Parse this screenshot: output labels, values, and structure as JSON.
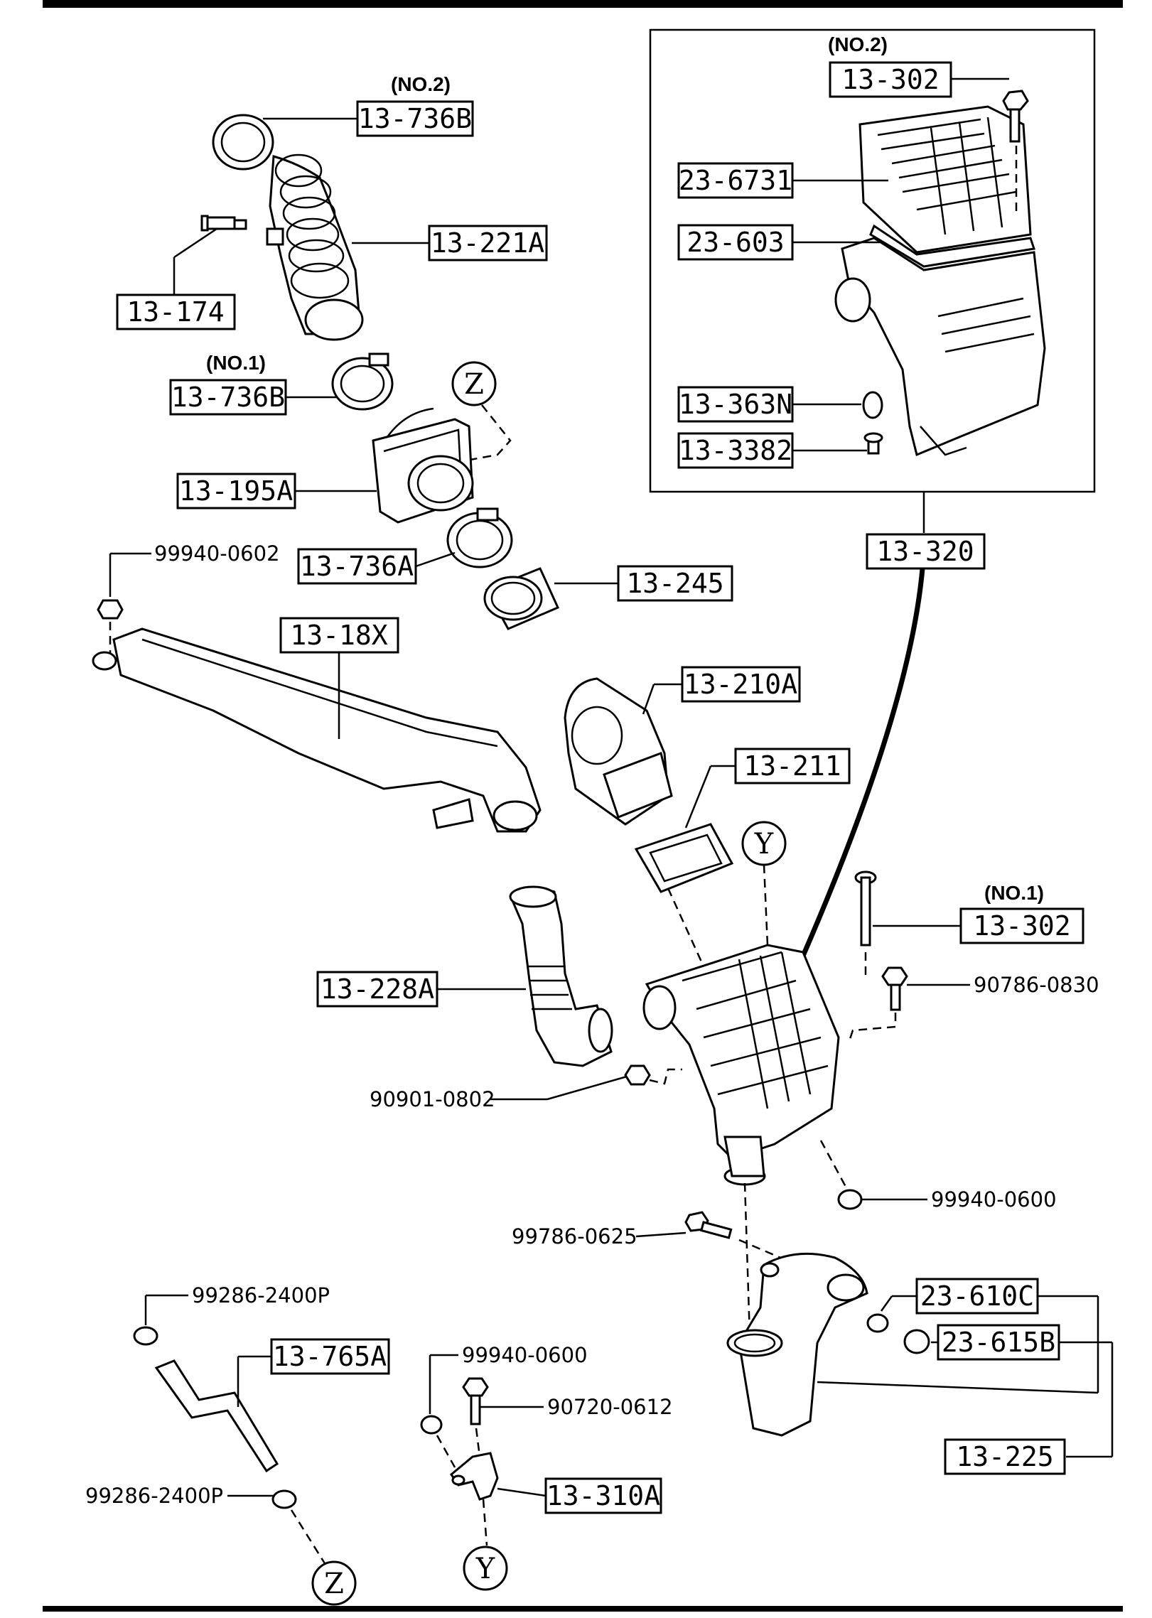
{
  "diagram": {
    "callouts": {
      "no2_13_302": "13-302",
      "p23_6731": "23-6731",
      "p23_603": "23-603",
      "p13_363N": "13-363N",
      "p13_3382": "13-3382",
      "p13_320": "13-320",
      "no2_13_736B": "13-736B",
      "p13_221A": "13-221A",
      "p13_174": "13-174",
      "no1_13_736B": "13-736B",
      "p13_195A": "13-195A",
      "p13_736A": "13-736A",
      "p13_245": "13-245",
      "p13_18X": "13-18X",
      "p13_210A": "13-210A",
      "p13_211": "13-211",
      "no1_13_302": "13-302",
      "p13_228A": "13-228A",
      "p23_610C": "23-610C",
      "p23_615B": "23-615B",
      "p13_225": "13-225",
      "p13_765A": "13-765A",
      "p13_310A": "13-310A"
    },
    "qualifiers": {
      "no2_a": "(NO.2)",
      "no2_b": "(NO.2)",
      "no1_a": "(NO.1)",
      "no1_b": "(NO.1)"
    },
    "part_numbers": {
      "pn_99940_0602": "99940-0602",
      "pn_90786_0830": "90786-0830",
      "pn_90901_0802": "90901-0802",
      "pn_99940_0600_a": "99940-0600",
      "pn_99786_0625": "99786-0625",
      "pn_99286_2400P_a": "99286-2400P",
      "pn_99286_2400P_b": "99286-2400P",
      "pn_99940_0600_b": "99940-0600",
      "pn_90720_0612": "90720-0612"
    },
    "reference_marks": {
      "z_top": "Z",
      "y_mid": "Y",
      "z_bottom": "Z",
      "y_bottom": "Y"
    }
  }
}
